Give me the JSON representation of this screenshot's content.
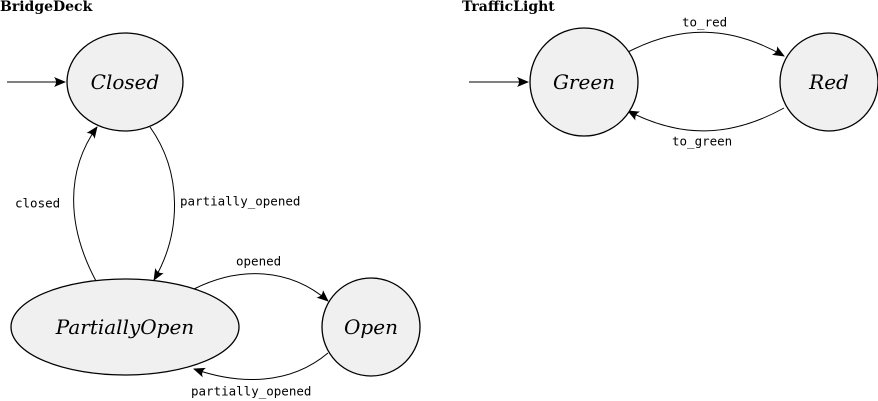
{
  "diagrams": [
    {
      "title": "BridgeDeck",
      "initial_state": "Closed",
      "states": [
        {
          "id": "closed",
          "label": "Closed"
        },
        {
          "id": "partially-open",
          "label": "PartiallyOpen"
        },
        {
          "id": "open",
          "label": "Open"
        }
      ],
      "transitions": [
        {
          "from": "Closed",
          "to": "PartiallyOpen",
          "label": "partially_opened"
        },
        {
          "from": "PartiallyOpen",
          "to": "Closed",
          "label": "closed"
        },
        {
          "from": "PartiallyOpen",
          "to": "Open",
          "label": "opened"
        },
        {
          "from": "Open",
          "to": "PartiallyOpen",
          "label": "partially_opened"
        }
      ]
    },
    {
      "title": "TrafficLight",
      "initial_state": "Green",
      "states": [
        {
          "id": "green",
          "label": "Green"
        },
        {
          "id": "red",
          "label": "Red"
        }
      ],
      "transitions": [
        {
          "from": "Green",
          "to": "Red",
          "label": "to_red"
        },
        {
          "from": "Red",
          "to": "Green",
          "label": "to_green"
        }
      ]
    }
  ],
  "colors": {
    "state_fill": "#f0f0f0",
    "stroke": "#000000",
    "background": "#ffffff"
  }
}
